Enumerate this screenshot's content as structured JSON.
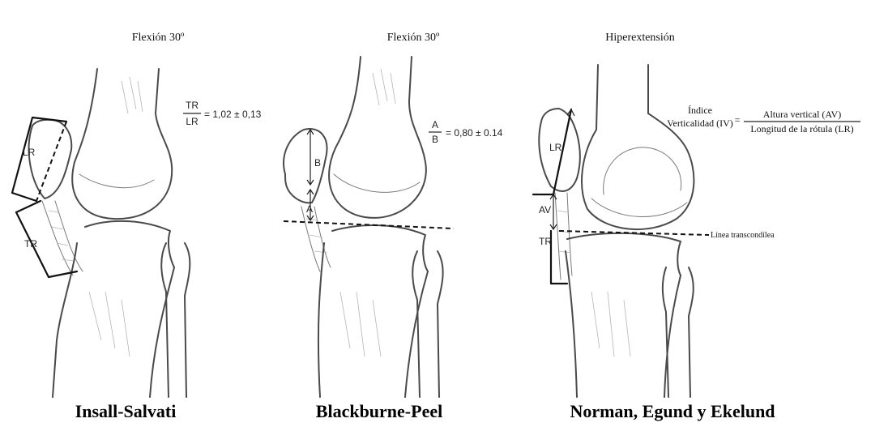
{
  "panels": [
    {
      "method": "Insall-Salvati",
      "position": "Flexión 30º",
      "labels": {
        "patella": "LR",
        "tendon": "TR"
      },
      "formula": {
        "numerator": "TR",
        "denominator": "LR",
        "value": "= 1,02 ± 0,13"
      }
    },
    {
      "method": "Blackburne-Peel",
      "position": "Flexión 30º",
      "labels": {
        "upper": "B",
        "lower": "A"
      },
      "formula": {
        "numerator": "A",
        "denominator": "B",
        "value": "= 0,80 ± 0.14"
      }
    },
    {
      "method": "Norman, Egund y Ekelund",
      "position": "Hiperextensión",
      "labels": {
        "patella": "LR",
        "height": "AV",
        "tendon": "TR",
        "line": "Línea transcondílea"
      },
      "formula": {
        "lhs_line1": "Índice",
        "lhs_line2": "Verticalidad (IV)",
        "equals": "=",
        "numerator": "Altura vertical (AV)",
        "denominator": "Longitud de la rótula (LR)"
      }
    }
  ]
}
